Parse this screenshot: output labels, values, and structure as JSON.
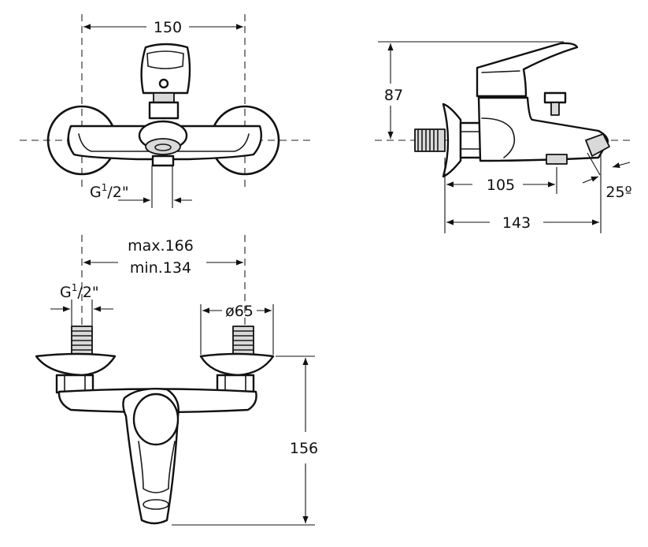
{
  "dimensions": {
    "width_front": "150",
    "thread_front_prefix": "G",
    "thread_front_sup": "1",
    "thread_front_suffix": "/2\"",
    "height_side": "87",
    "spout_offset": "105",
    "total_depth": "143",
    "spout_angle": "25º",
    "eccentric_max": "max.166",
    "eccentric_min": "min.134",
    "thread_top_prefix": "G",
    "thread_top_sup": "1",
    "thread_top_suffix": "/2\"",
    "rosette_diameter": "ø65",
    "projection_top": "156"
  }
}
